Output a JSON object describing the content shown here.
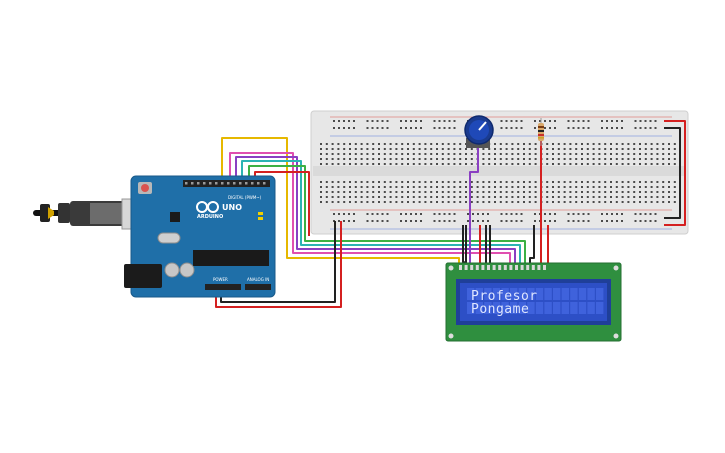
{
  "arduino": {
    "brand": "ARDUINO",
    "model": "UNO",
    "digital_label": "DIGITAL (PWM~)",
    "power_label": "POWER",
    "analog_label": "ANALOG IN"
  },
  "lcd": {
    "line1": "Profesor",
    "line2": "Pongame"
  },
  "colors": {
    "board": "#1f6fa8",
    "breadboard": "#e6e6e6",
    "lcd_pcb": "#2f8f3f",
    "lcd_screen": "#2d4fc6",
    "wire_red": "#d42020",
    "wire_black": "#222222",
    "wire_yellow": "#e6b800",
    "wire_purple": "#8a3fc2"
  }
}
